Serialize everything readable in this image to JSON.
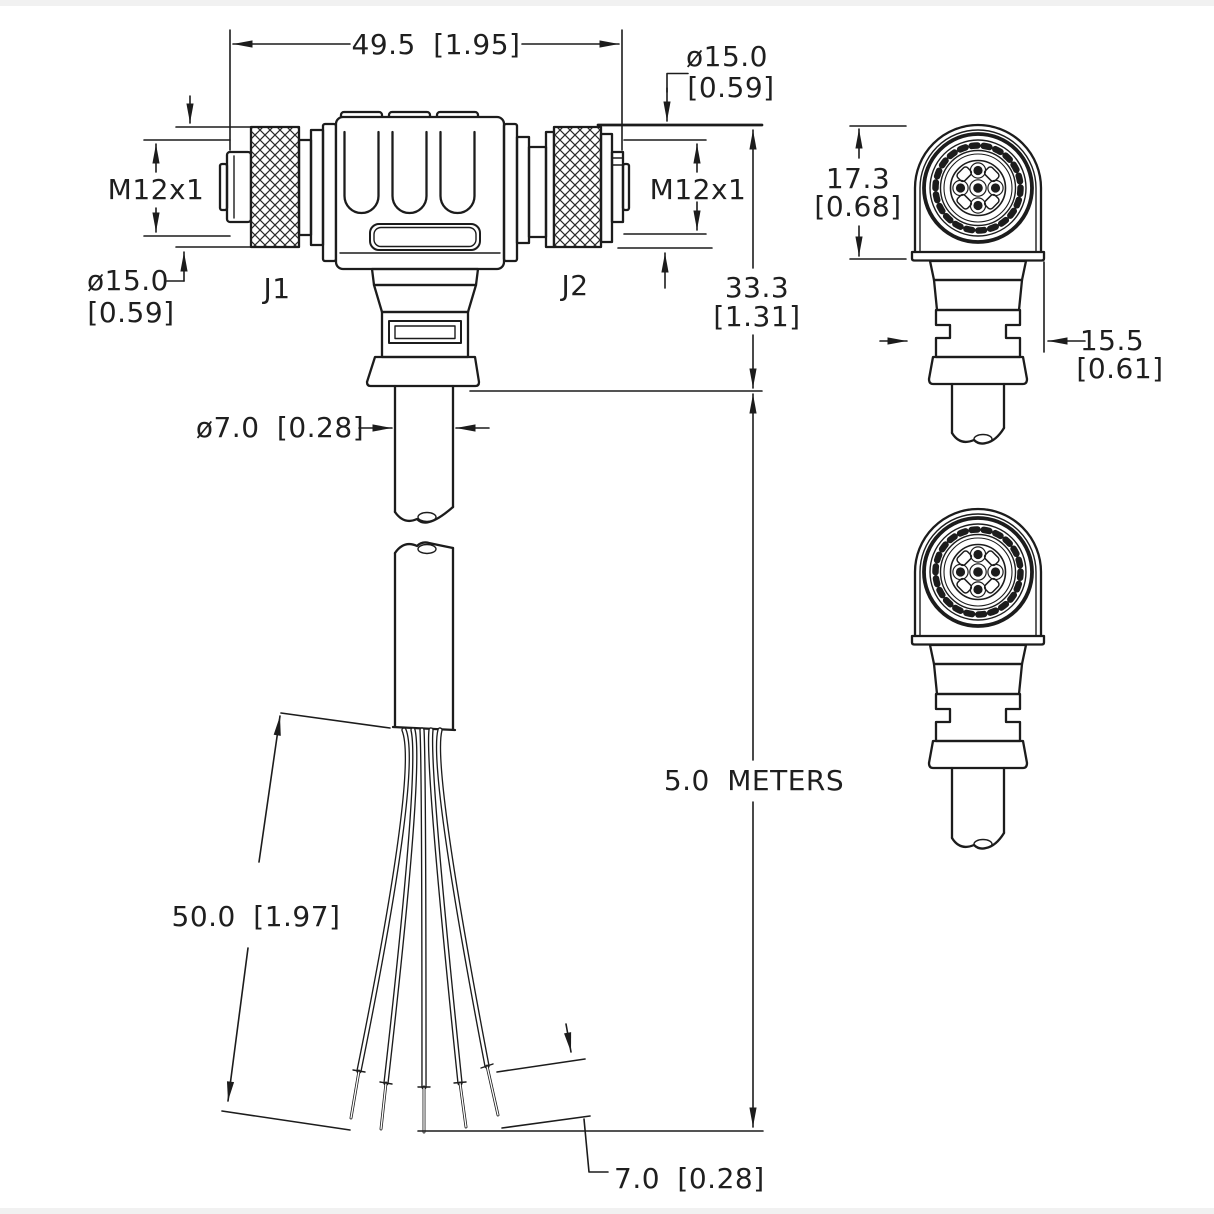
{
  "drawing": {
    "ports": {
      "j1": "J1",
      "j2": "J2"
    },
    "dims": {
      "overall_width": "49.5 [1.95]",
      "j2_nut_dia_mm": "ø15.0",
      "j2_nut_dia_in": "[0.59]",
      "j1_nut_dia_mm": "ø15.0",
      "j1_nut_dia_in": "[0.59]",
      "thread_j1": "M12x1",
      "thread_j2": "M12x1",
      "height_mm": "33.3",
      "height_in": "[1.31]",
      "cable_dia": "ø7.0 [0.28]",
      "cable_length": "5.0 METERS",
      "breakout_length": "50.0 [1.97]",
      "strip_length": "7.0 [0.28]",
      "end_view_height_mm": "17.3",
      "end_view_height_in": "[0.68]",
      "end_view_width_mm": "15.5",
      "end_view_width_in": "[0.61]"
    }
  }
}
